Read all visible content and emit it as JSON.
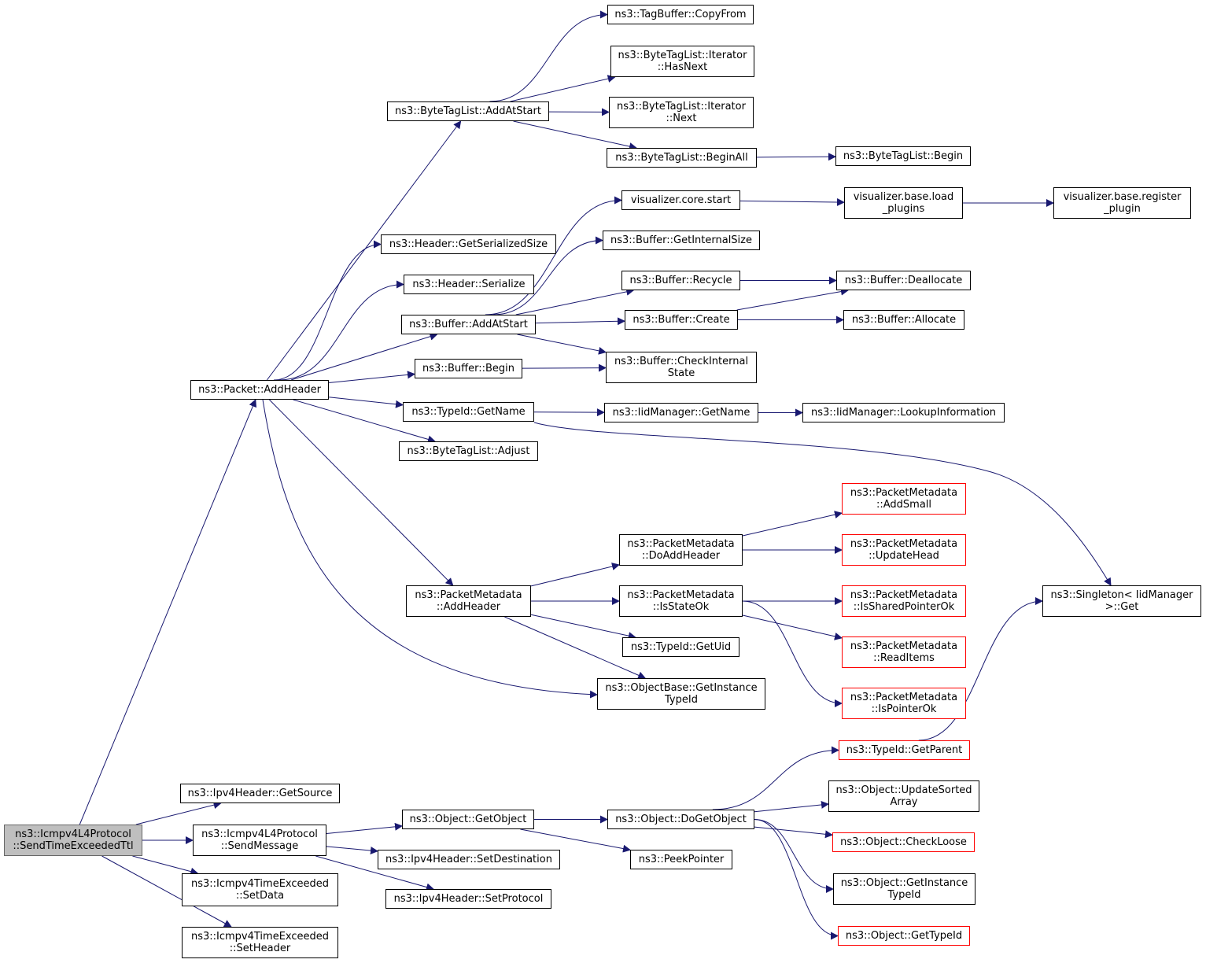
{
  "colors": {
    "edge": "#191970",
    "node_border": "#000000",
    "truncated_border": "#ff0000",
    "root_fill": "#bfbfbf",
    "root_border": "#666666"
  },
  "nodes": {
    "root": [
      "ns3::Icmpv4L4Protocol",
      "::SendTimeExceededTtl"
    ],
    "packet_addheader": [
      "ns3::Packet::AddHeader"
    ],
    "bytetaglist_addatstart": [
      "ns3::ByteTagList::AddAtStart"
    ],
    "tagbuffer_copyfrom": [
      "ns3::TagBuffer::CopyFrom"
    ],
    "iterator_hasnext": [
      "ns3::ByteTagList::Iterator",
      "::HasNext"
    ],
    "iterator_next": [
      "ns3::ByteTagList::Iterator",
      "::Next"
    ],
    "bytetaglist_beginall": [
      "ns3::ByteTagList::BeginAll"
    ],
    "bytetaglist_begin": [
      "ns3::ByteTagList::Begin"
    ],
    "visualizer_core_start": [
      "visualizer.core.start"
    ],
    "visualizer_base_load": [
      "visualizer.base.load",
      "_plugins"
    ],
    "visualizer_base_register": [
      "visualizer.base.register",
      "_plugin"
    ],
    "header_getserializedsize": [
      "ns3::Header::GetSerializedSize"
    ],
    "buffer_getinternalsize": [
      "ns3::Buffer::GetInternalSize"
    ],
    "header_serialize": [
      "ns3::Header::Serialize"
    ],
    "buffer_recycle": [
      "ns3::Buffer::Recycle"
    ],
    "buffer_deallocate": [
      "ns3::Buffer::Deallocate"
    ],
    "buffer_addatstart": [
      "ns3::Buffer::AddAtStart"
    ],
    "buffer_create": [
      "ns3::Buffer::Create"
    ],
    "buffer_allocate": [
      "ns3::Buffer::Allocate"
    ],
    "buffer_begin": [
      "ns3::Buffer::Begin"
    ],
    "buffer_checkinternalstate": [
      "ns3::Buffer::CheckInternal",
      "State"
    ],
    "typeid_getname": [
      "ns3::TypeId::GetName"
    ],
    "iidmanager_getname": [
      "ns3::IidManager::GetName"
    ],
    "iidmanager_lookupinformation": [
      "ns3::IidManager::LookupInformation"
    ],
    "bytetaglist_adjust": [
      "ns3::ByteTagList::Adjust"
    ],
    "pm_addsmall": [
      "ns3::PacketMetadata",
      "::AddSmall"
    ],
    "pm_doaddheader": [
      "ns3::PacketMetadata",
      "::DoAddHeader"
    ],
    "pm_updatehead": [
      "ns3::PacketMetadata",
      "::UpdateHead"
    ],
    "pm_addheader": [
      "ns3::PacketMetadata",
      "::AddHeader"
    ],
    "pm_isstateok": [
      "ns3::PacketMetadata",
      "::IsStateOk"
    ],
    "pm_issharedpointerok": [
      "ns3::PacketMetadata",
      "::IsSharedPointerOk"
    ],
    "singleton_get": [
      "ns3::Singleton< IidManager",
      " >::Get"
    ],
    "typeid_getuid": [
      "ns3::TypeId::GetUid"
    ],
    "pm_readitems": [
      "ns3::PacketMetadata",
      "::ReadItems"
    ],
    "objectbase_getinstancetypeid": [
      "ns3::ObjectBase::GetInstance",
      "TypeId"
    ],
    "pm_ispointerok": [
      "ns3::PacketMetadata",
      "::IsPointerOk"
    ],
    "typeid_getparent": [
      "ns3::TypeId::GetParent"
    ],
    "ipv4header_getsource": [
      "ns3::Ipv4Header::GetSource"
    ],
    "object_updatesortedarray": [
      "ns3::Object::UpdateSorted",
      "Array"
    ],
    "icmp_sendmessage": [
      "ns3::Icmpv4L4Protocol",
      "::SendMessage"
    ],
    "object_getobject": [
      "ns3::Object::GetObject"
    ],
    "object_dogetobject": [
      "ns3::Object::DoGetObject"
    ],
    "object_checkloose": [
      "ns3::Object::CheckLoose"
    ],
    "ipv4header_setdestination": [
      "ns3::Ipv4Header::SetDestination"
    ],
    "peekpointer": [
      "ns3::PeekPointer"
    ],
    "timeexceeded_setdata": [
      "ns3::Icmpv4TimeExceeded",
      "::SetData"
    ],
    "ipv4header_setprotocol": [
      "ns3::Ipv4Header::SetProtocol"
    ],
    "object_getinstancetypeid": [
      "ns3::Object::GetInstance",
      "TypeId"
    ],
    "object_gettypeid": [
      "ns3::Object::GetTypeId"
    ],
    "timeexceeded_setheader": [
      "ns3::Icmpv4TimeExceeded",
      "::SetHeader"
    ]
  }
}
